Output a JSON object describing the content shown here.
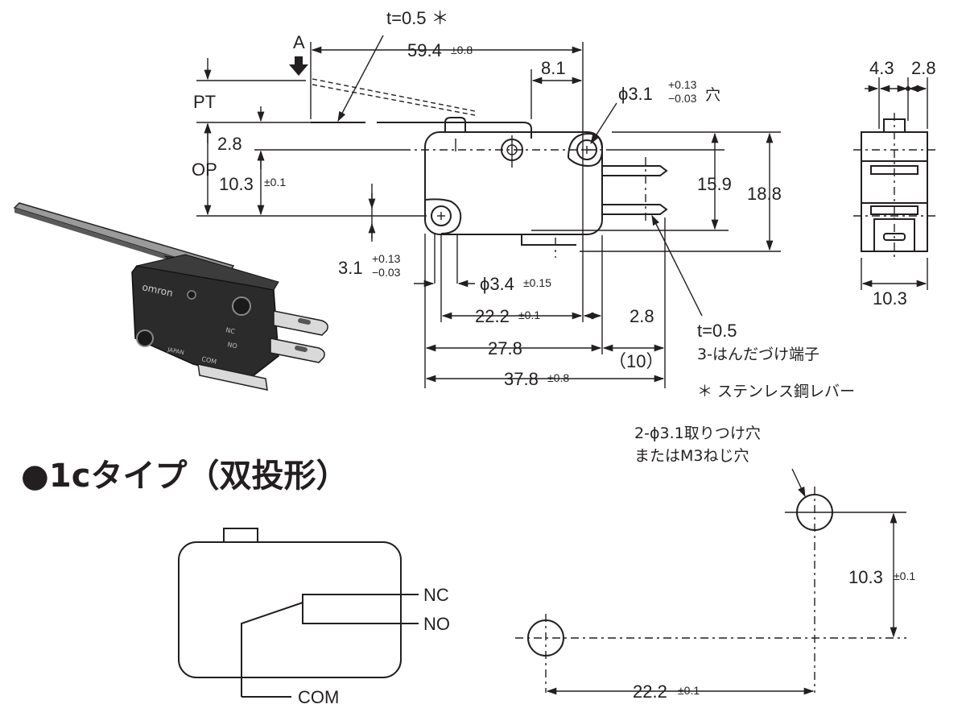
{
  "top_view": {
    "label_A": "A",
    "label_PT": "PT",
    "label_OP": "OP",
    "lever_thickness": "t=0.5 ＊",
    "dim_overall_value": "59.4",
    "dim_overall_tol": "±0.8",
    "dim_8_1": "8.1",
    "hole_prefix": "ϕ3.1",
    "hole_tol_plus": "+0.13",
    "hole_tol_minus": "−0.03",
    "hole_suffix": "穴",
    "dim_2_8_left": "2.8",
    "dim_10_3_value": "10.3",
    "dim_10_3_tol": "±0.1",
    "dim_15_9": "15.9",
    "dim_18_8": "18.8",
    "dim_3_1_value": "3.1",
    "dim_3_1_tol_plus": "+0.13",
    "dim_3_1_tol_minus": "−0.03",
    "dim_phi_3_4_value": "ϕ3.4",
    "dim_phi_3_4_tol": "±0.15",
    "dim_22_2_value": "22.2",
    "dim_22_2_tol": "±0.1",
    "dim_2_8_right": "2.8",
    "dim_27_8": "27.8",
    "dim_10_paren": "（10）",
    "dim_37_8_value": "37.8",
    "dim_37_8_tol": "±0.8",
    "terminal_t": "t=0.5",
    "terminal_note": "3-はんだづけ端子",
    "lever_note": "＊ ステンレス鋼レバー"
  },
  "side_view": {
    "dim_4_3": "4.3",
    "dim_2_8": "2.8",
    "dim_10_3": "10.3"
  },
  "product_photo": {
    "brand": "omron",
    "terminal_label_nc": "NC",
    "terminal_label_no": "NO",
    "terminal_label_com": "COM",
    "country": "JAPAN"
  },
  "schematic": {
    "heading": "●1cタイプ（双投形）",
    "nc": "NC",
    "no": "NO",
    "com": "COM"
  },
  "mounting": {
    "title_line1": "2-ϕ3.1取りつけ穴",
    "title_line2": "またはM3ねじ穴",
    "dim_vertical_value": "10.3",
    "dim_vertical_tol": "±0.1",
    "dim_horizontal_value": "22.2",
    "dim_horizontal_tol": "±0.1"
  },
  "colors": {
    "ink": "#231f20",
    "photo_body": "#2b2b2b",
    "background": "#ffffff"
  }
}
